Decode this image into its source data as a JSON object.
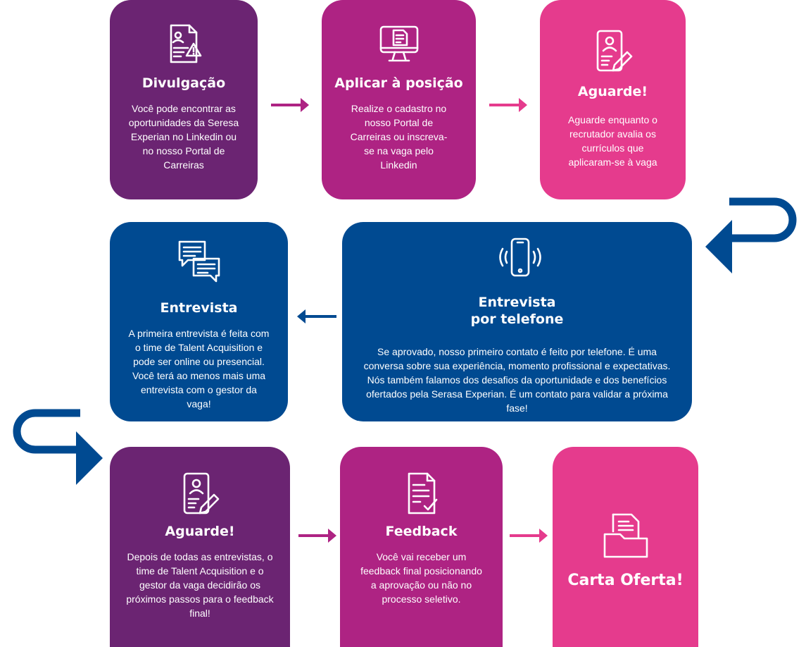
{
  "steps": [
    {
      "title": "Divulgação",
      "desc": "Você pode encontrar as oportunidades da Seresa Experian no Linkedin ou no nosso Portal de Carreiras",
      "icon": "document-warning-icon"
    },
    {
      "title": "Aplicar à posição",
      "desc": "Realize o cadastro no nosso Portal de Carreiras ou inscreva-se na vaga pelo Linkedin",
      "icon": "monitor-document-icon"
    },
    {
      "title": "Aguarde!",
      "desc": "Aguarde enquanto o recrutador avalia os currículos que aplicaram-se à vaga",
      "icon": "resume-pen-icon"
    },
    {
      "title": "Entrevista por telefone",
      "title_line1": "Entrevista",
      "title_line2": "por telefone",
      "desc": "Se aprovado, nosso primeiro contato é feito por telefone. É uma conversa sobre sua experiência, momento profissional e expectativas. Nós também falamos dos desafios da oportunidade e dos benefícios ofertados pela Serasa Experian. É um contato para validar a próxima fase!",
      "icon": "phone-ringing-icon"
    },
    {
      "title": "Entrevista",
      "desc": "A primeira entrevista é feita com o time de Talent Acquisition e pode ser online ou presencial. Você terá ao menos mais uma entrevista com o gestor da vaga!",
      "icon": "chat-bubbles-icon"
    },
    {
      "title": "Aguarde!",
      "desc": "Depois de todas as entrevistas, o time de Talent Acquisition e o gestor da vaga decidirão os próximos passos para o feedback final!",
      "icon": "resume-pen-icon"
    },
    {
      "title": "Feedback",
      "desc": "Você vai receber um feedback final posicionando a aprovação ou não no processo seletivo.",
      "icon": "document-check-icon"
    },
    {
      "title": "Carta Oferta!",
      "icon": "folder-document-icon"
    }
  ],
  "colors": {
    "purple": "#6b2472",
    "magenta": "#ae2383",
    "pink": "#e53b8d",
    "blue": "#004a91"
  }
}
